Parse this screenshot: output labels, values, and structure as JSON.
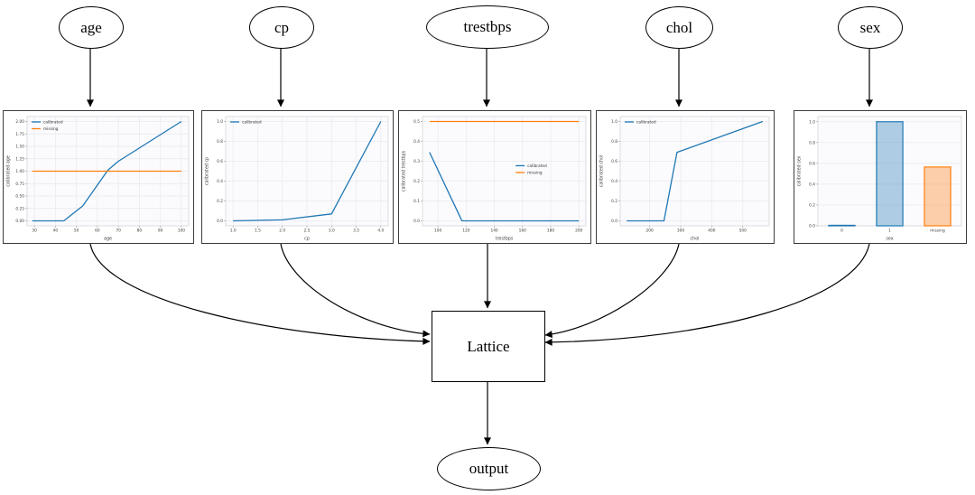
{
  "diagram": {
    "inputs": [
      "age",
      "cp",
      "trestbps",
      "chol",
      "sex"
    ],
    "lattice_label": "Lattice",
    "output_label": "output"
  },
  "colors": {
    "calibrated_blue": "#1f77b4",
    "missing_orange": "#ff7f0e",
    "edge_black": "#000000"
  },
  "chart_data": [
    {
      "type": "line",
      "title": "",
      "xlabel": "age",
      "ylabel": "calibrated age",
      "xlim": [
        26.5,
        103.5
      ],
      "ylim": [
        -0.1,
        2.1
      ],
      "xticks": [
        30,
        40,
        50,
        60,
        70,
        80,
        90,
        100
      ],
      "xtick_labels": [
        "30",
        "40",
        "50",
        "60",
        "70",
        "80",
        "90",
        "100"
      ],
      "yticks": [
        0,
        0.25,
        0.5,
        0.75,
        1.0,
        1.25,
        1.5,
        1.75,
        2.0
      ],
      "ytick_labels": [
        "0.00",
        "0.25",
        "0.50",
        "0.75",
        "1.00",
        "1.25",
        "1.50",
        "1.75",
        "2.00"
      ],
      "grid": true,
      "series": [
        {
          "name": "calibrated",
          "color": "#1f77b4",
          "x": [
            29,
            44,
            53,
            65,
            70,
            100
          ],
          "y": [
            0,
            0,
            0.3,
            1.02,
            1.2,
            2.0
          ]
        },
        {
          "name": "missing",
          "color": "#ff7f0e",
          "x": [
            29,
            100
          ],
          "y": [
            1.0,
            1.0
          ]
        }
      ],
      "legend": {
        "pos": "top-left",
        "entries": [
          "calibrated",
          "missing"
        ]
      }
    },
    {
      "type": "line",
      "title": "",
      "xlabel": "cp",
      "ylabel": "calibrated cp",
      "xlim": [
        0.85,
        4.15
      ],
      "ylim": [
        -0.05,
        1.05
      ],
      "xticks": [
        1.0,
        1.5,
        2.0,
        2.5,
        3.0,
        3.5,
        4.0
      ],
      "xtick_labels": [
        "1.0",
        "1.5",
        "2.0",
        "2.5",
        "3.0",
        "3.5",
        "4.0"
      ],
      "yticks": [
        0,
        0.2,
        0.4,
        0.6,
        0.8,
        1.0
      ],
      "ytick_labels": [
        "0.0",
        "0.2",
        "0.4",
        "0.6",
        "0.8",
        "1.0"
      ],
      "grid": true,
      "series": [
        {
          "name": "calibrated",
          "color": "#1f77b4",
          "x": [
            1.0,
            2.0,
            3.0,
            4.0
          ],
          "y": [
            0,
            0.01,
            0.07,
            1.0
          ]
        }
      ],
      "legend": {
        "pos": "top-left",
        "entries": [
          "calibrated"
        ]
      }
    },
    {
      "type": "line",
      "title": "",
      "xlabel": "trestbps",
      "ylabel": "calibrated trestbps",
      "xlim": [
        89,
        205
      ],
      "ylim": [
        -0.025,
        0.525
      ],
      "xticks": [
        100,
        120,
        140,
        160,
        180,
        200
      ],
      "xtick_labels": [
        "100",
        "120",
        "140",
        "160",
        "180",
        "200"
      ],
      "yticks": [
        0,
        0.1,
        0.2,
        0.3,
        0.4,
        0.5
      ],
      "ytick_labels": [
        "0.0",
        "0.1",
        "0.2",
        "0.3",
        "0.4",
        "0.5"
      ],
      "grid": true,
      "series": [
        {
          "name": "calibrated",
          "color": "#1f77b4",
          "x": [
            94,
            117,
            200
          ],
          "y": [
            0.345,
            0,
            0
          ]
        },
        {
          "name": "missing",
          "color": "#ff7f0e",
          "x": [
            94,
            200
          ],
          "y": [
            0.5,
            0.5
          ]
        }
      ],
      "legend": {
        "pos": "center-right",
        "entries": [
          "calibrated",
          "missing"
        ]
      }
    },
    {
      "type": "line",
      "title": "",
      "xlabel": "chol",
      "ylabel": "calibrated chol",
      "xlim": [
        105,
        585
      ],
      "ylim": [
        -0.05,
        1.05
      ],
      "xticks": [
        200,
        300,
        400,
        500
      ],
      "xtick_labels": [
        "200",
        "300",
        "400",
        "500"
      ],
      "yticks": [
        0,
        0.2,
        0.4,
        0.6,
        0.8,
        1.0
      ],
      "ytick_labels": [
        "0.0",
        "0.2",
        "0.4",
        "0.6",
        "0.8",
        "1.0"
      ],
      "grid": true,
      "series": [
        {
          "name": "calibrated",
          "color": "#1f77b4",
          "x": [
            126,
            246,
            288,
            564
          ],
          "y": [
            0,
            0,
            0.69,
            1.0
          ]
        }
      ],
      "legend": {
        "pos": "top-left",
        "entries": [
          "calibrated"
        ]
      }
    },
    {
      "type": "bar",
      "title": "",
      "xlabel": "sex",
      "ylabel": "calibrated sex",
      "categories": [
        "0",
        "1",
        "missing"
      ],
      "values": [
        0.005,
        1.0,
        0.565
      ],
      "bar_colors": [
        "#1f77b4",
        "#1f77b4",
        "#ff7f0e"
      ],
      "ylim": [
        0,
        1.05
      ],
      "yticks": [
        0,
        0.2,
        0.4,
        0.6,
        0.8,
        1.0
      ],
      "ytick_labels": [
        "0.0",
        "0.2",
        "0.4",
        "0.6",
        "0.8",
        "1.0"
      ],
      "grid": true,
      "legend": null
    }
  ]
}
